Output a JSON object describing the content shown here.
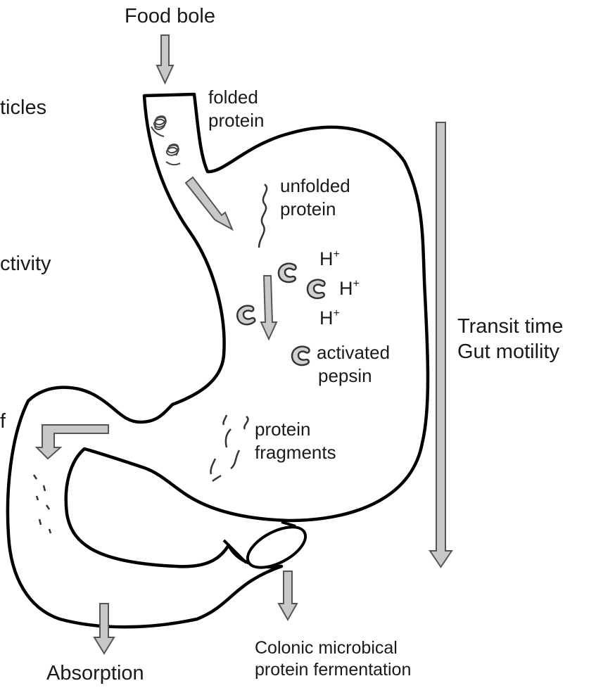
{
  "labels": {
    "food_bole": "Food bole",
    "left_fragment_1": "ticles",
    "left_fragment_2": "ctivity",
    "left_fragment_3": "f",
    "folded_protein": [
      "folded",
      "protein"
    ],
    "unfolded_protein": [
      "unfolded",
      "protein"
    ],
    "h_ion": {
      "symbol": "H",
      "charge": "+"
    },
    "activated_pepsin": [
      "activated",
      "pepsin"
    ],
    "protein_fragments": [
      "protein",
      "fragments"
    ],
    "transit": [
      "Transit time",
      "Gut motility"
    ],
    "absorption": "Absorption",
    "colonic": [
      "Colonic microbical",
      "protein fermentation"
    ]
  },
  "colors": {
    "outline": "#000000",
    "arrow_fill": "#c8c8c8",
    "arrow_stroke": "#555555",
    "pepsin_fill": "#d0d0d0"
  }
}
